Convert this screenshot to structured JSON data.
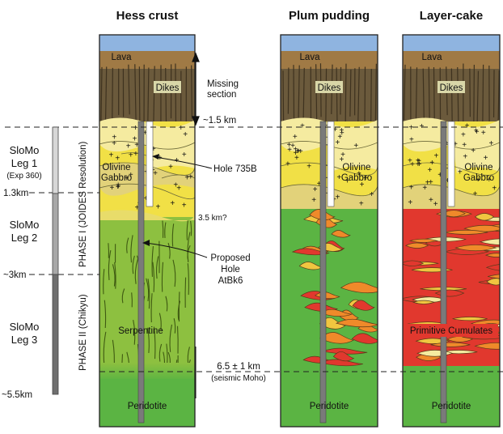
{
  "columns": {
    "hess": {
      "title": "Hess crust",
      "lava": "Lava",
      "dikes": "Dikes",
      "gabbro_1": "Olivine",
      "gabbro_2": "Gabbro",
      "serpentine": "Serpentine",
      "peridotite": "Peridotite"
    },
    "plum": {
      "title": "Plum pudding",
      "lava": "Lava",
      "dikes": "Dikes",
      "gabbro_1": "Olivine",
      "gabbro_2": "Gabbro",
      "peridotite": "Peridotite"
    },
    "layer": {
      "title": "Layer-cake",
      "lava": "Lava",
      "dikes": "Dikes",
      "gabbro_1": "Olivine",
      "gabbro_2": "Gabbro",
      "cumulates": "Primitive Cumulates",
      "peridotite": "Peridotite"
    }
  },
  "depth_labels": {
    "d13": "1.3km",
    "d3": "~3km",
    "d55": "~5.5km"
  },
  "legs": {
    "leg1_a": "SloMo",
    "leg1_b": "Leg 1",
    "leg1_c": "(Exp 360)",
    "leg2_a": "SloMo",
    "leg2_b": "Leg 2",
    "leg3_a": "SloMo",
    "leg3_b": "Leg 3"
  },
  "phases": {
    "phase1": "PHASE I (JOIDES Resolution)",
    "phase2": "PHASE II (Chikyu)"
  },
  "annotations": {
    "missing_1": "Missing",
    "missing_2": "section",
    "km15": "~1.5 km",
    "hole735b": "Hole 735B",
    "km35": "3.5 km?",
    "proposed_1": "Proposed",
    "proposed_2": "Hole",
    "proposed_3": "AtBk6",
    "moho_1": "6.5 ± 1 km",
    "moho_2": "(seismic Moho)"
  },
  "colors": {
    "sky": "#8fb4e0",
    "lava": "#a07a45",
    "dike_zone": "#6b5a3c",
    "gabbro_light": "#f5eba0",
    "gabbro_yellow": "#f1e046",
    "gabbro_mid": "#e2d27a",
    "serpentine_green": "#8dc040",
    "peridotite_green": "#5bb443",
    "orange_cumulate": "#ef8a2a",
    "red_cumulate": "#e1382e",
    "hole_grey": "#7a7a7a"
  }
}
